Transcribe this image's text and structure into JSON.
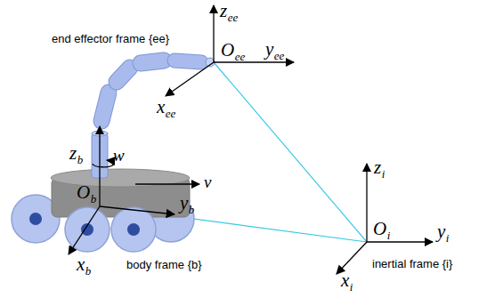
{
  "diagram": {
    "labels": [
      "z",
      "ee",
      "end effector frame {ee}",
      "O",
      "ee",
      "y",
      "ee",
      "x",
      "ee",
      "z",
      "b",
      "w",
      "v",
      "O",
      "b",
      "y",
      "b",
      "x",
      "b",
      "body frame {b}",
      "z",
      "i",
      "O",
      "i",
      "y",
      "i",
      "x",
      "i",
      "inertial frame {i}"
    ]
  }
}
